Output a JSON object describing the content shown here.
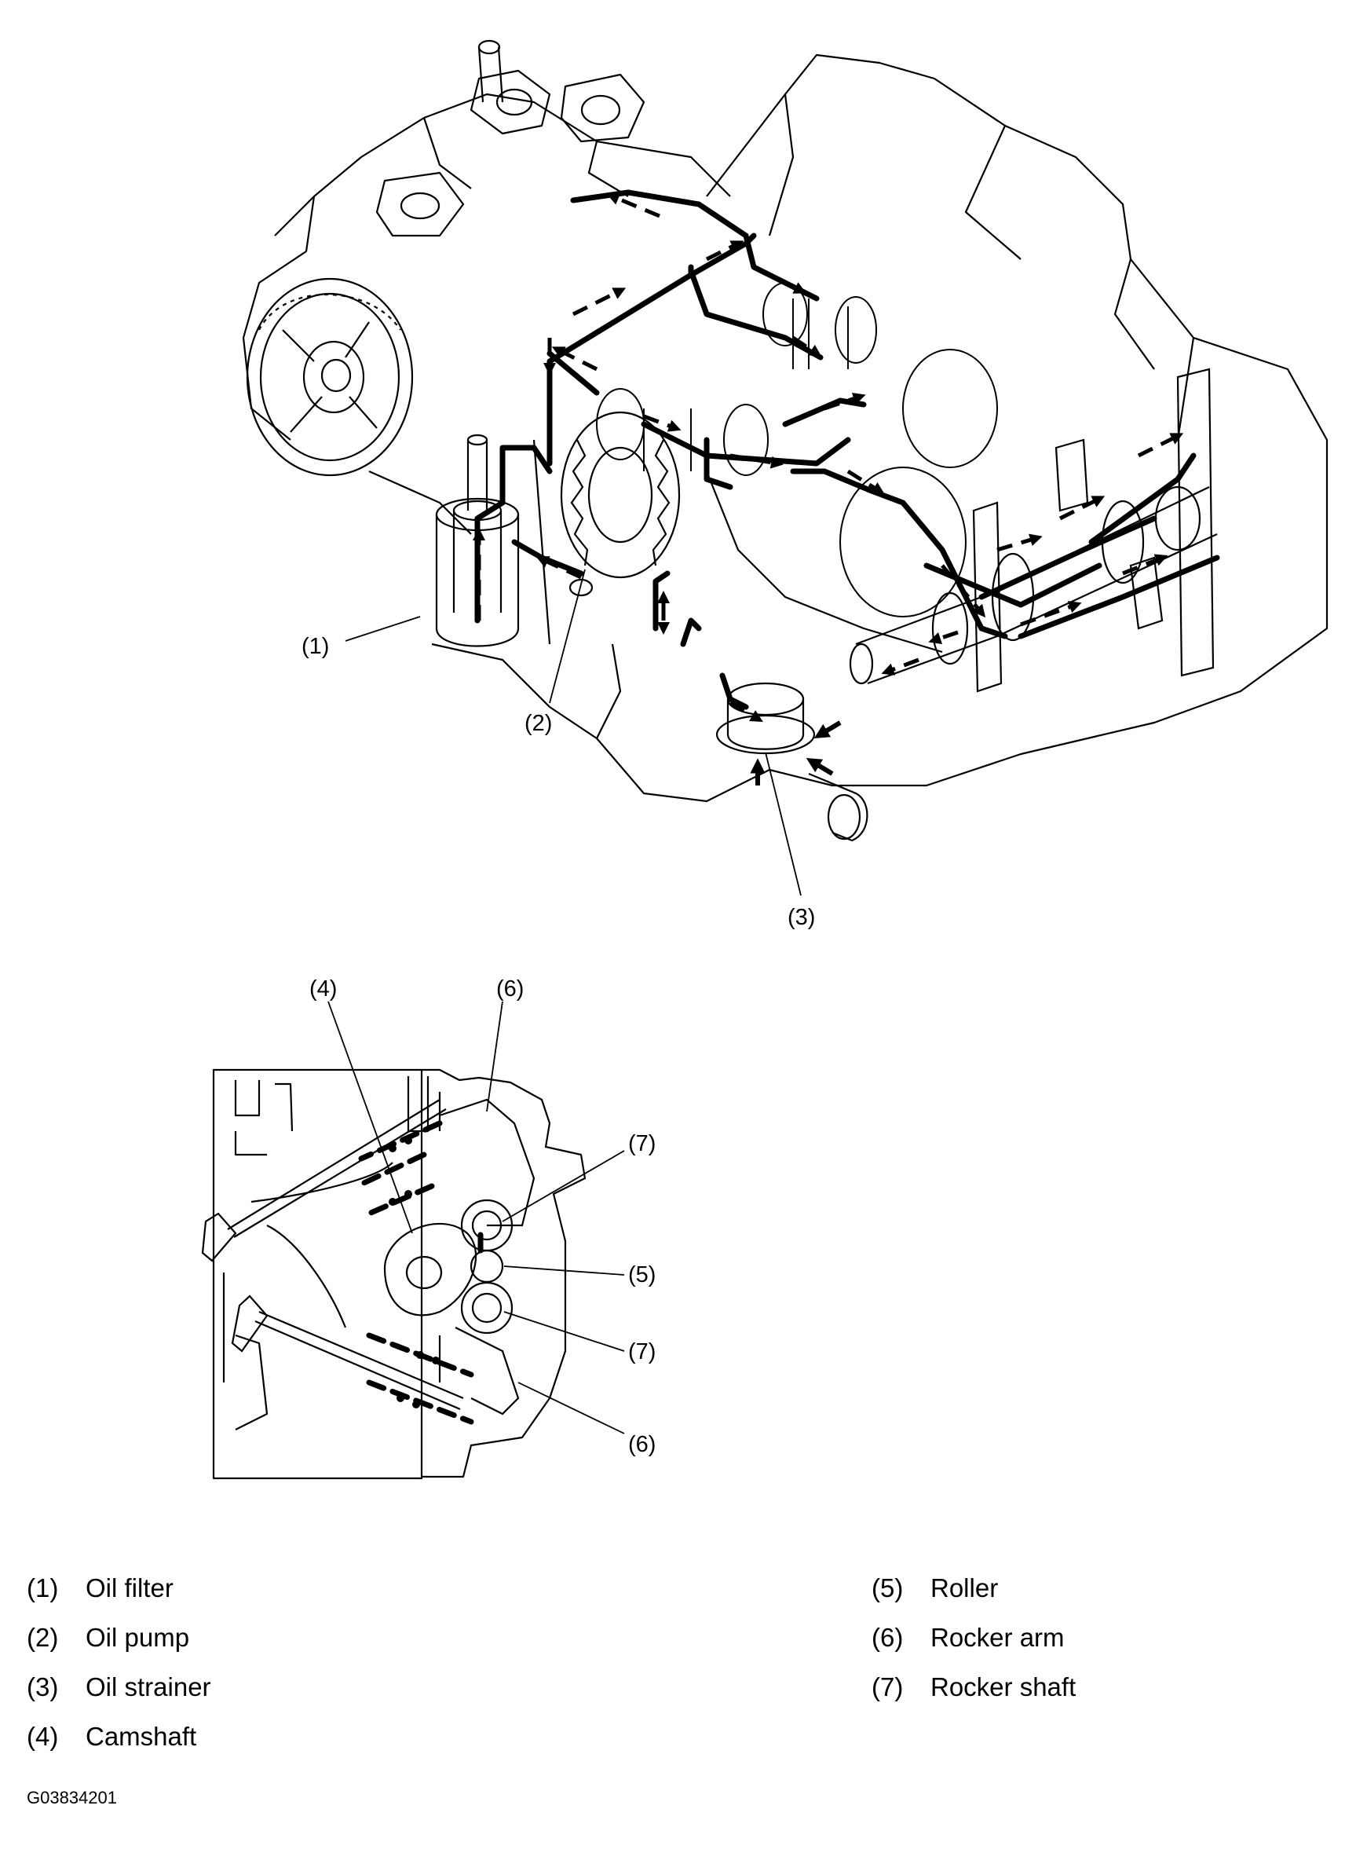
{
  "callouts": {
    "c1": "(1)",
    "c2": "(2)",
    "c3": "(3)",
    "c4": "(4)",
    "c6a": "(6)",
    "c7a": "(7)",
    "c5": "(5)",
    "c7b": "(7)",
    "c6b": "(6)"
  },
  "legend": [
    {
      "num": "(1)",
      "label": "Oil filter"
    },
    {
      "num": "(2)",
      "label": "Oil pump"
    },
    {
      "num": "(3)",
      "label": "Oil strainer"
    },
    {
      "num": "(4)",
      "label": "Camshaft"
    },
    {
      "num": "(5)",
      "label": "Roller"
    },
    {
      "num": "(6)",
      "label": "Rocker arm"
    },
    {
      "num": "(7)",
      "label": "Rocker shaft"
    }
  ],
  "figure_code": "G03834201",
  "colors": {
    "line": "#000000",
    "background": "#ffffff"
  }
}
